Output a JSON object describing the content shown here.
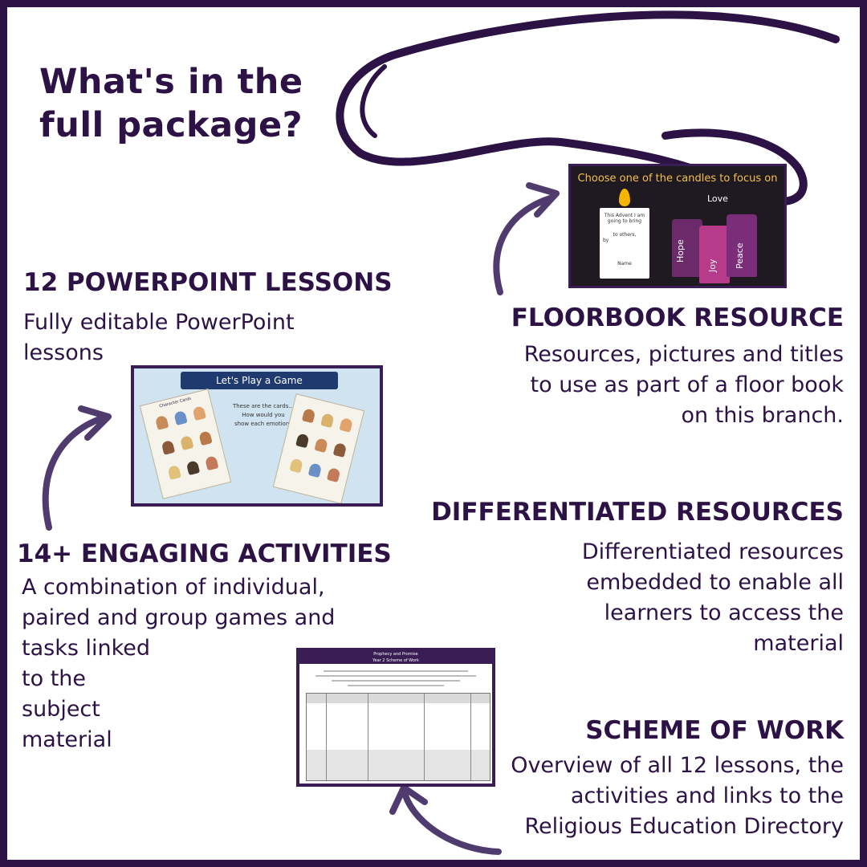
{
  "title": "What's in the full package?",
  "sections": {
    "powerpoint": {
      "heading": "12 POWERPOINT LESSONS",
      "body": "Fully editable PowerPoint\nlessons"
    },
    "activities": {
      "heading": "14+ ENGAGING ACTIVITIES",
      "body": "A combination of individual,\npaired and group games and\ntasks linked\nto the\nsubject\nmaterial"
    },
    "floorbook": {
      "heading": "FLOORBOOK RESOURCE",
      "body": "Resources, pictures and titles\nto use as part of a floor book\non this branch."
    },
    "differentiated": {
      "heading": "DIFFERENTIATED RESOURCES",
      "body": "Differentiated resources\nembedded to enable all\nlearners to access the\nmaterial"
    },
    "scheme": {
      "heading": "SCHEME OF WORK",
      "body": "Overview of all 12 lessons, the\nactivities and links to the\nReligious Education Directory"
    }
  },
  "floorbook_image": {
    "title": "Choose one of the candles to focus on",
    "card_lines": [
      "This Advent I am",
      "going to bring",
      "to others,",
      "by",
      "Name"
    ],
    "candles": [
      "Hope",
      "Joy",
      "Love",
      "Peace"
    ]
  },
  "game_image": {
    "banner": "Let's Play a Game",
    "text": "These are the cards...\nHow would you\nshow each emotion?",
    "sheet_title": "Character Cards"
  },
  "scheme_image": {
    "title": "Prophecy and Promise",
    "subtitle": "Year 2 Scheme of Work"
  },
  "colors": {
    "primary": "#2d1345",
    "arrow": "#4f3b6e",
    "border": "#2d1345",
    "background": "#ffffff"
  }
}
